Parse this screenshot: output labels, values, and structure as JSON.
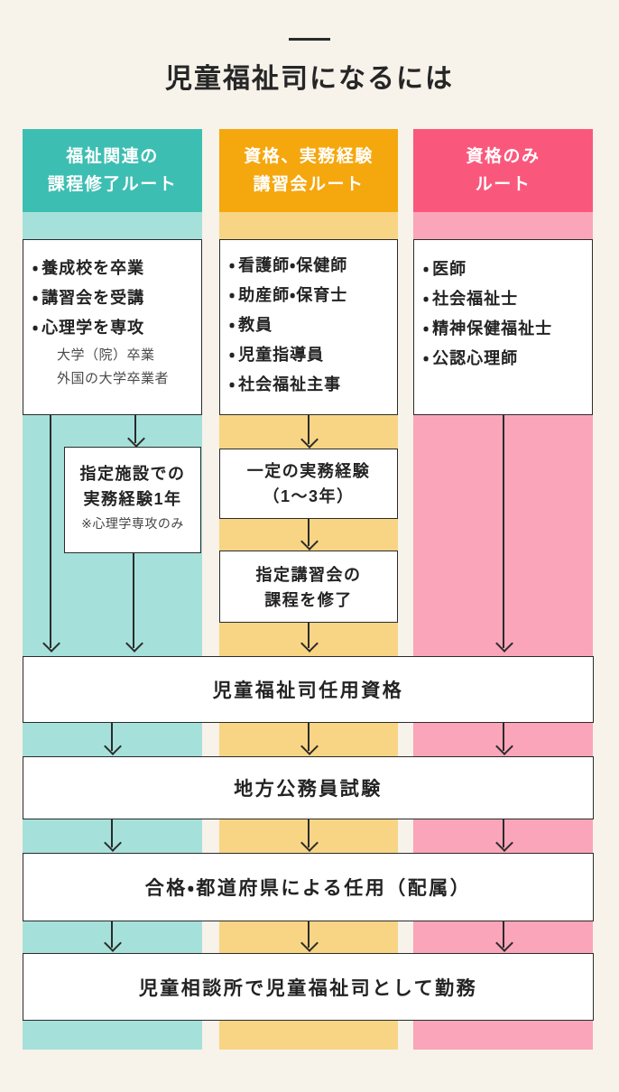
{
  "page": {
    "title": "児童福祉司になるには",
    "bg_color": "#f7f2ea",
    "ink_color": "#2b2b2b",
    "text_color": "#262626"
  },
  "columns": [
    {
      "header_lines": [
        "福祉関連の",
        "課程修了ルート"
      ],
      "color": "#3dbeb2",
      "light_color": "#a5e1da",
      "qualifications": [
        "養成校を卒業",
        "講習会を受講",
        "心理学を専攻"
      ],
      "notes": [
        "大学（院）卒業",
        "外国の大学卒業者"
      ],
      "step_boxes": [
        {
          "lines": [
            "指定施設での",
            "実務経験1年"
          ],
          "note": "※心理学専攻のみ"
        }
      ]
    },
    {
      "header_lines": [
        "資格、実務経験",
        "講習会ルート"
      ],
      "color": "#f5a70e",
      "light_color": "#f8d584",
      "qualifications": [
        "看護師・保健師",
        "助産師・保育士",
        "教員",
        "児童指導員",
        "社会福祉主事"
      ],
      "notes": [],
      "step_boxes": [
        {
          "lines": [
            "一定の実務経験",
            "（1～3年）"
          ]
        },
        {
          "lines": [
            "指定講習会の",
            "課程を修了"
          ]
        }
      ]
    },
    {
      "header_lines": [
        "資格のみ",
        "ルート"
      ],
      "color": "#f9587c",
      "light_color": "#faa5b9",
      "qualifications": [
        "医師",
        "社会福祉士",
        "精神保健福祉士",
        "公認心理師"
      ],
      "notes": [],
      "step_boxes": []
    }
  ],
  "shared_steps": [
    "児童福祉司任用資格",
    "地方公務員試験",
    "合格・都道府県による任用（配属）",
    "児童相談所で児童福祉司として勤務"
  ]
}
